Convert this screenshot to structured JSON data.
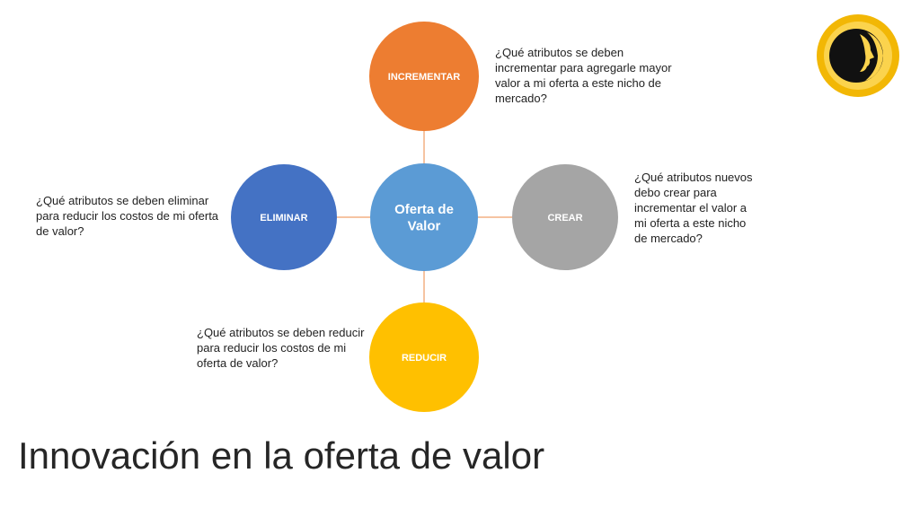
{
  "colors": {
    "center": "#5b9bd5",
    "incrementar": "#ed7d31",
    "crear": "#a5a5a5",
    "eliminar": "#4472c4",
    "reducir": "#ffc000",
    "connector": "#f4b183",
    "logo_ring": "#f2b705"
  },
  "diagram": {
    "center": "Oferta de\nValor",
    "incrementar": "INCREMENTAR",
    "crear": "CREAR",
    "eliminar": "ELIMINAR",
    "reducir": "REDUCIR"
  },
  "notes": {
    "incrementar": "¿Qué atributos se deben\nincrementar  para agregarle mayor\nvalor a mi oferta a este nicho de\nmercado?",
    "crear": "¿Qué atributos nuevos\ndebo crear para\nincrementar  el valor a\nmi oferta a este nicho\nde mercado?",
    "eliminar": "¿Qué atributos se deben eliminar\npara reducir los costos de mi oferta\nde valor?",
    "reducir": "¿Qué atributos se deben reducir\npara reducir los costos de mi\noferta de valor?"
  },
  "title": "Innovación en la oferta de valor",
  "logo": {
    "icon": "face-profile-icon"
  }
}
